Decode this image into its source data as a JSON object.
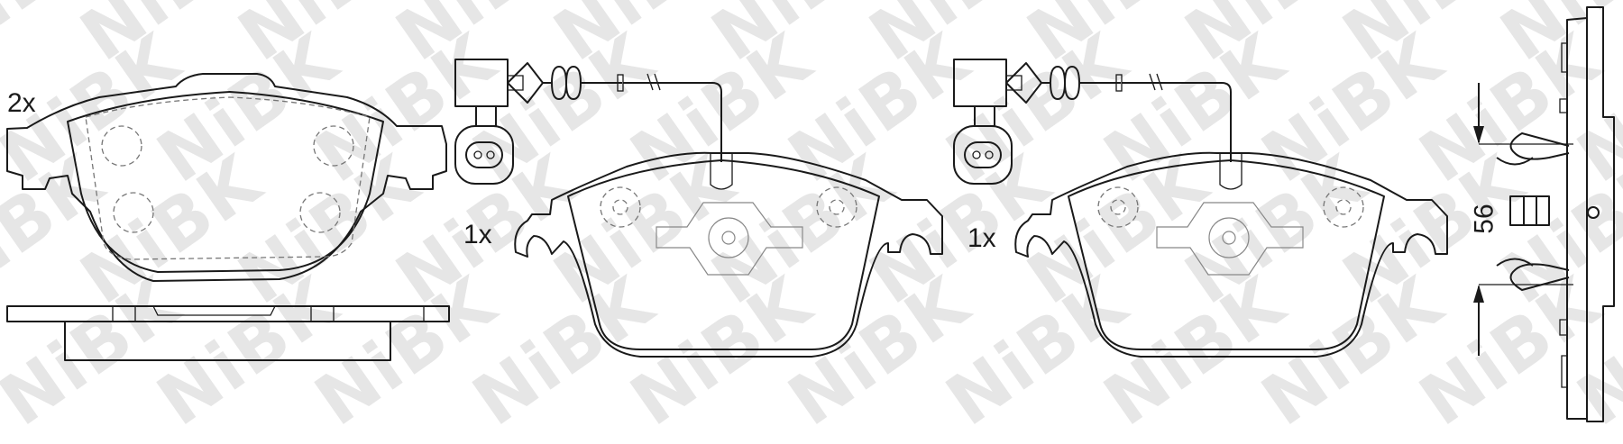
{
  "watermark": {
    "text": "NiBK"
  },
  "labels": {
    "qty_left": "2x",
    "qty_middle": "1x",
    "qty_right": "1x",
    "dimension": "56"
  }
}
